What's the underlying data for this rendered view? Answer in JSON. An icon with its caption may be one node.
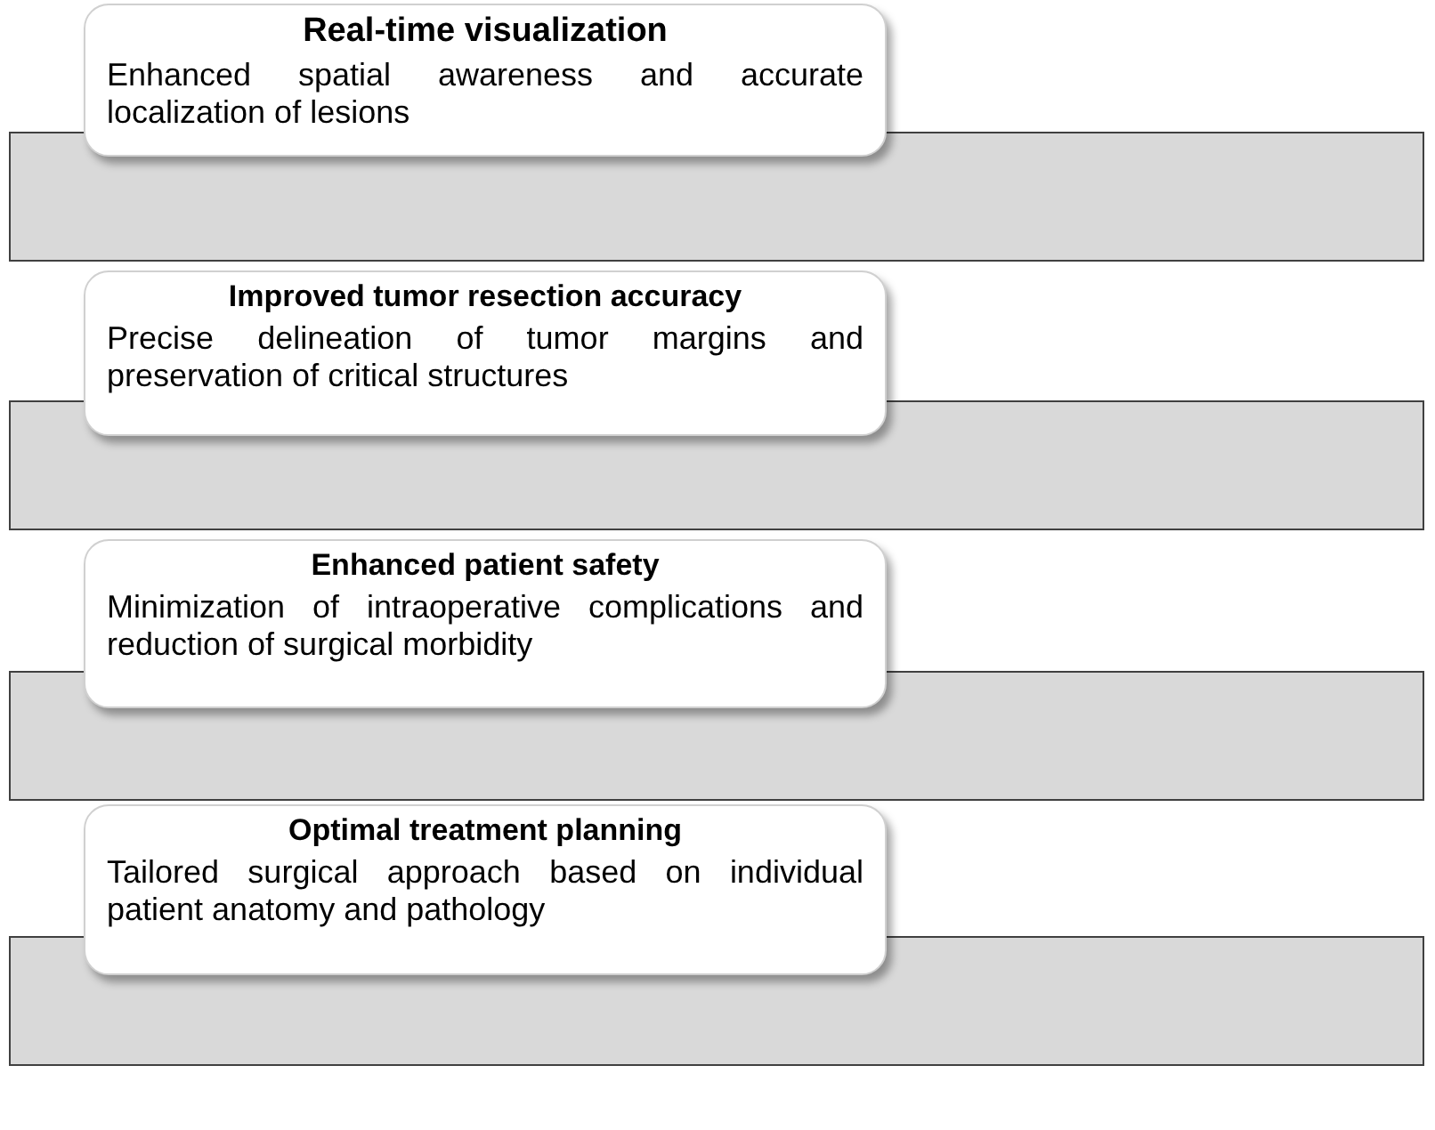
{
  "diagram": {
    "nodes": [
      {
        "text": [
          "Real-time visualization",
          "Enhanced spatial awareness and accurate localization of lesions"
        ]
      },
      {
        "text": [
          "Improved tumor resection accuracy",
          "Precise delineation of tumor margins and preservation of critical structures"
        ]
      },
      {
        "text": [
          "Enhanced patient safety",
          "Minimization of intraoperative complications and reduction of surgical morbidity"
        ]
      },
      {
        "text": [
          "Optimal treatment planning",
          "Tailored surgical approach based on individual patient anatomy and pathology"
        ]
      }
    ]
  }
}
